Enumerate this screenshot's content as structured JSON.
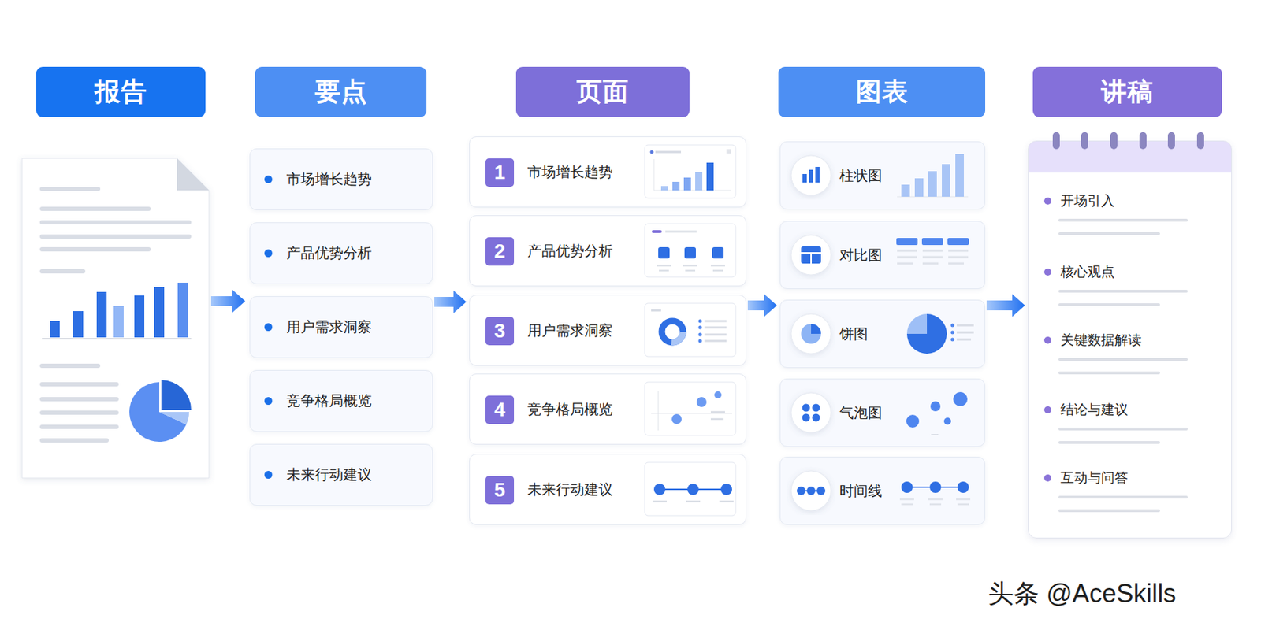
{
  "diagram": {
    "nodes": [
      {
        "text": [
          "报告"
        ]
      },
      {
        "text": [
          "要点"
        ]
      },
      {
        "text": [
          "页面"
        ]
      },
      {
        "text": [
          "图表"
        ]
      },
      {
        "text": [
          "讲稿"
        ]
      },
      {
        "text": [
          "市场增长趋势"
        ]
      },
      {
        "text": [
          "产品优势分析"
        ]
      },
      {
        "text": [
          "用户需求洞察"
        ]
      },
      {
        "text": [
          "竞争格局概览"
        ]
      },
      {
        "text": [
          "未来行动建议"
        ]
      },
      {
        "text": [
          "市场增长趋势"
        ]
      },
      {
        "text": [
          "1"
        ],
        "in": 10
      },
      {
        "text": [
          "产品优势分析"
        ]
      },
      {
        "text": [
          "2"
        ],
        "in": 12
      },
      {
        "text": [
          "用户需求洞察"
        ]
      },
      {
        "text": [
          "3"
        ],
        "in": 14
      },
      {
        "text": [
          "竞争格局概览"
        ]
      },
      {
        "text": [
          "4"
        ],
        "in": 16
      },
      {
        "text": [
          "未来行动建议"
        ]
      },
      {
        "text": [
          "5"
        ],
        "in": 18
      },
      {
        "text": [
          "柱状图"
        ]
      },
      {
        "text": [
          "对比图"
        ]
      },
      {
        "text": [
          "饼图"
        ]
      },
      {
        "text": [
          "气泡图"
        ]
      },
      {
        "text": [
          "时间线"
        ]
      },
      {
        "text": [
          "开场引入",
          "核心观点",
          "关键数据解读",
          "结论与建议",
          "互动与问答"
        ]
      }
    ],
    "edges": [
      {
        "from": 7,
        "to": 14,
        "arrow": "to"
      },
      {
        "from": 14,
        "to": 22,
        "arrow": "to"
      },
      {
        "from": 22,
        "to": 25,
        "arrow": "to"
      }
    ],
    "labels": [
      "头条 @AceSkills"
    ]
  }
}
